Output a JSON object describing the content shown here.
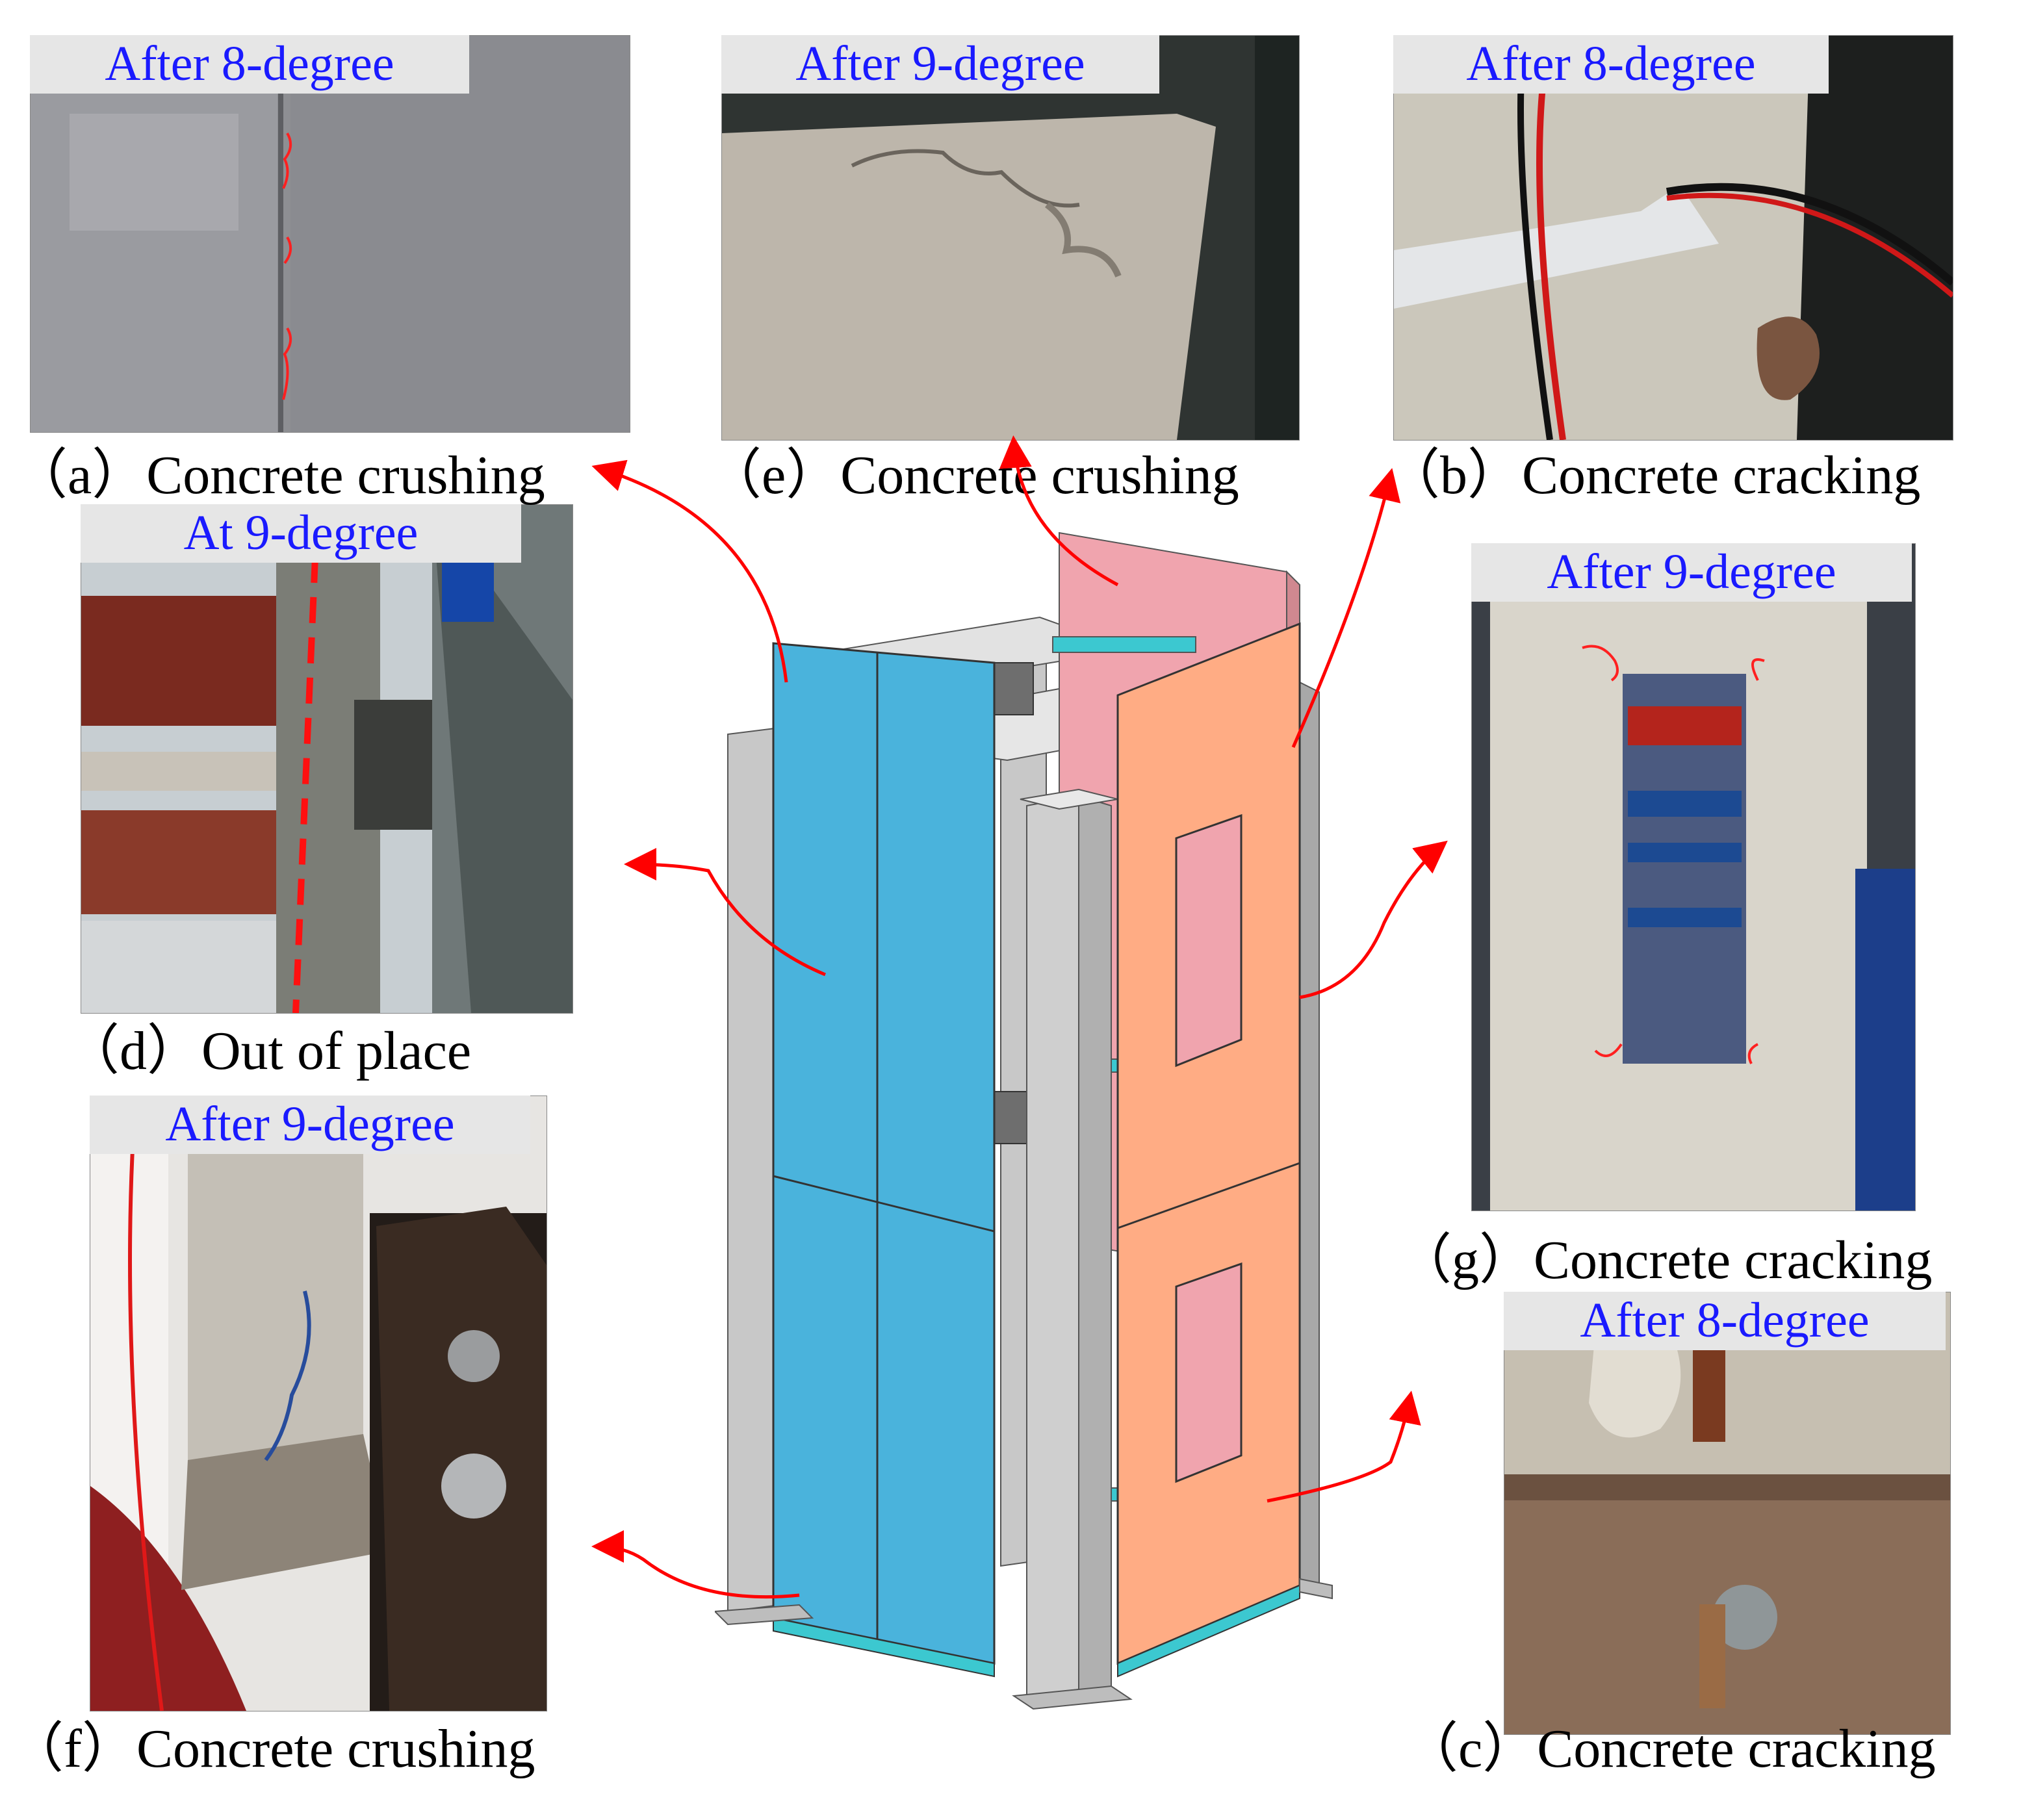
{
  "panels": {
    "a": {
      "tag": "After 8-degree",
      "caption": "（a）Concrete crushing"
    },
    "e": {
      "tag": "After 9-degree",
      "caption": "（e）Concrete crushing"
    },
    "b": {
      "tag": "After 8-degree",
      "caption": "（b）Concrete cracking"
    },
    "d": {
      "tag": "At 9-degree",
      "caption": "（d）Out of place"
    },
    "g": {
      "tag": "After 9-degree",
      "caption": "（g）Concrete cracking"
    },
    "f": {
      "tag": "After 9-degree",
      "caption": "（f）Concrete crushing"
    },
    "c": {
      "tag": "After 8-degree",
      "caption": "（c）Concrete cracking"
    }
  },
  "colors": {
    "tag_text": "#1a1aff",
    "tag_bg": "#e6e6e6",
    "arrow": "#ff0000",
    "panel_blue": "#4ab3dc",
    "panel_pink": "#f0a4ae",
    "panel_orange": "#ffac84",
    "steel_grey": "#c8c8c8",
    "connector_cyan": "#3cc8d0"
  }
}
